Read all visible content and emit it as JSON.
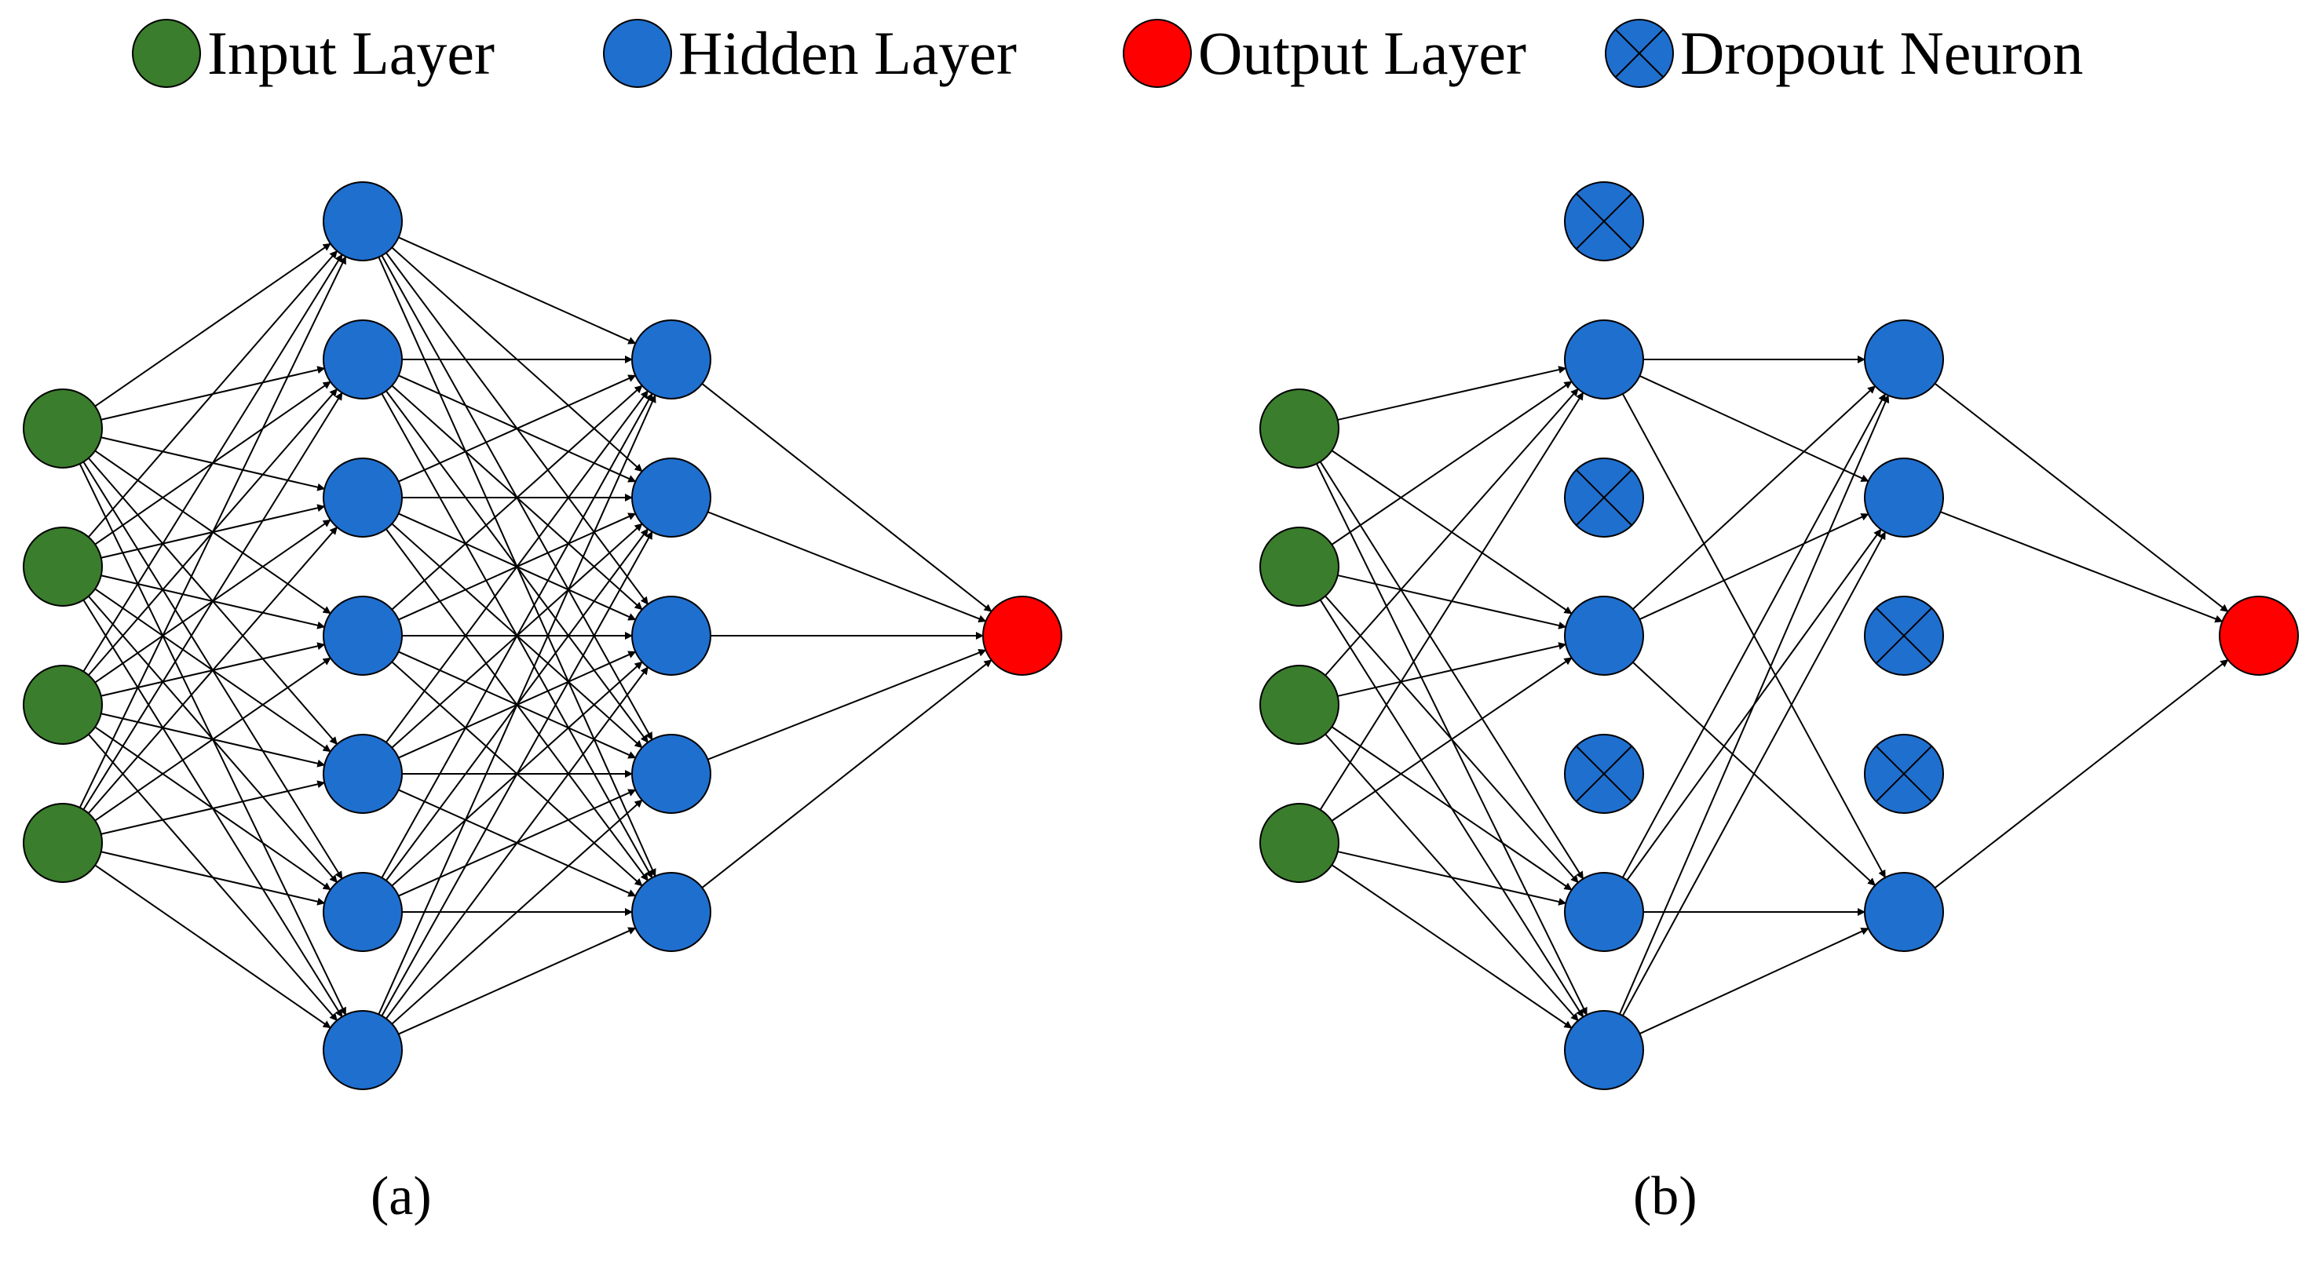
{
  "colors": {
    "input": "#3a7d2c",
    "hidden": "#1f6fcf",
    "output": "#ff0000",
    "dropout": "#1f6fcf",
    "edge": "#000000"
  },
  "legend": {
    "input_label": "Input Layer",
    "hidden_label": "Hidden Layer",
    "output_label": "Output Layer",
    "dropout_label": "Dropout Neuron"
  },
  "panels": {
    "a": {
      "caption": "(a)",
      "layers": [
        {
          "type": "input",
          "neurons": [
            {
              "dropped": false
            },
            {
              "dropped": false
            },
            {
              "dropped": false
            },
            {
              "dropped": false
            }
          ]
        },
        {
          "type": "hidden",
          "neurons": [
            {
              "dropped": false
            },
            {
              "dropped": false
            },
            {
              "dropped": false
            },
            {
              "dropped": false
            },
            {
              "dropped": false
            },
            {
              "dropped": false
            },
            {
              "dropped": false
            }
          ]
        },
        {
          "type": "hidden",
          "neurons": [
            {
              "dropped": false
            },
            {
              "dropped": false
            },
            {
              "dropped": false
            },
            {
              "dropped": false
            },
            {
              "dropped": false
            }
          ]
        },
        {
          "type": "output",
          "neurons": [
            {
              "dropped": false
            }
          ]
        }
      ]
    },
    "b": {
      "caption": "(b)",
      "layers": [
        {
          "type": "input",
          "neurons": [
            {
              "dropped": false
            },
            {
              "dropped": false
            },
            {
              "dropped": false
            },
            {
              "dropped": false
            }
          ]
        },
        {
          "type": "hidden",
          "neurons": [
            {
              "dropped": true
            },
            {
              "dropped": false
            },
            {
              "dropped": true
            },
            {
              "dropped": false
            },
            {
              "dropped": true
            },
            {
              "dropped": false
            },
            {
              "dropped": false
            }
          ]
        },
        {
          "type": "hidden",
          "neurons": [
            {
              "dropped": false
            },
            {
              "dropped": false
            },
            {
              "dropped": true
            },
            {
              "dropped": true
            },
            {
              "dropped": false
            }
          ]
        },
        {
          "type": "output",
          "neurons": [
            {
              "dropped": false
            }
          ]
        }
      ]
    }
  }
}
